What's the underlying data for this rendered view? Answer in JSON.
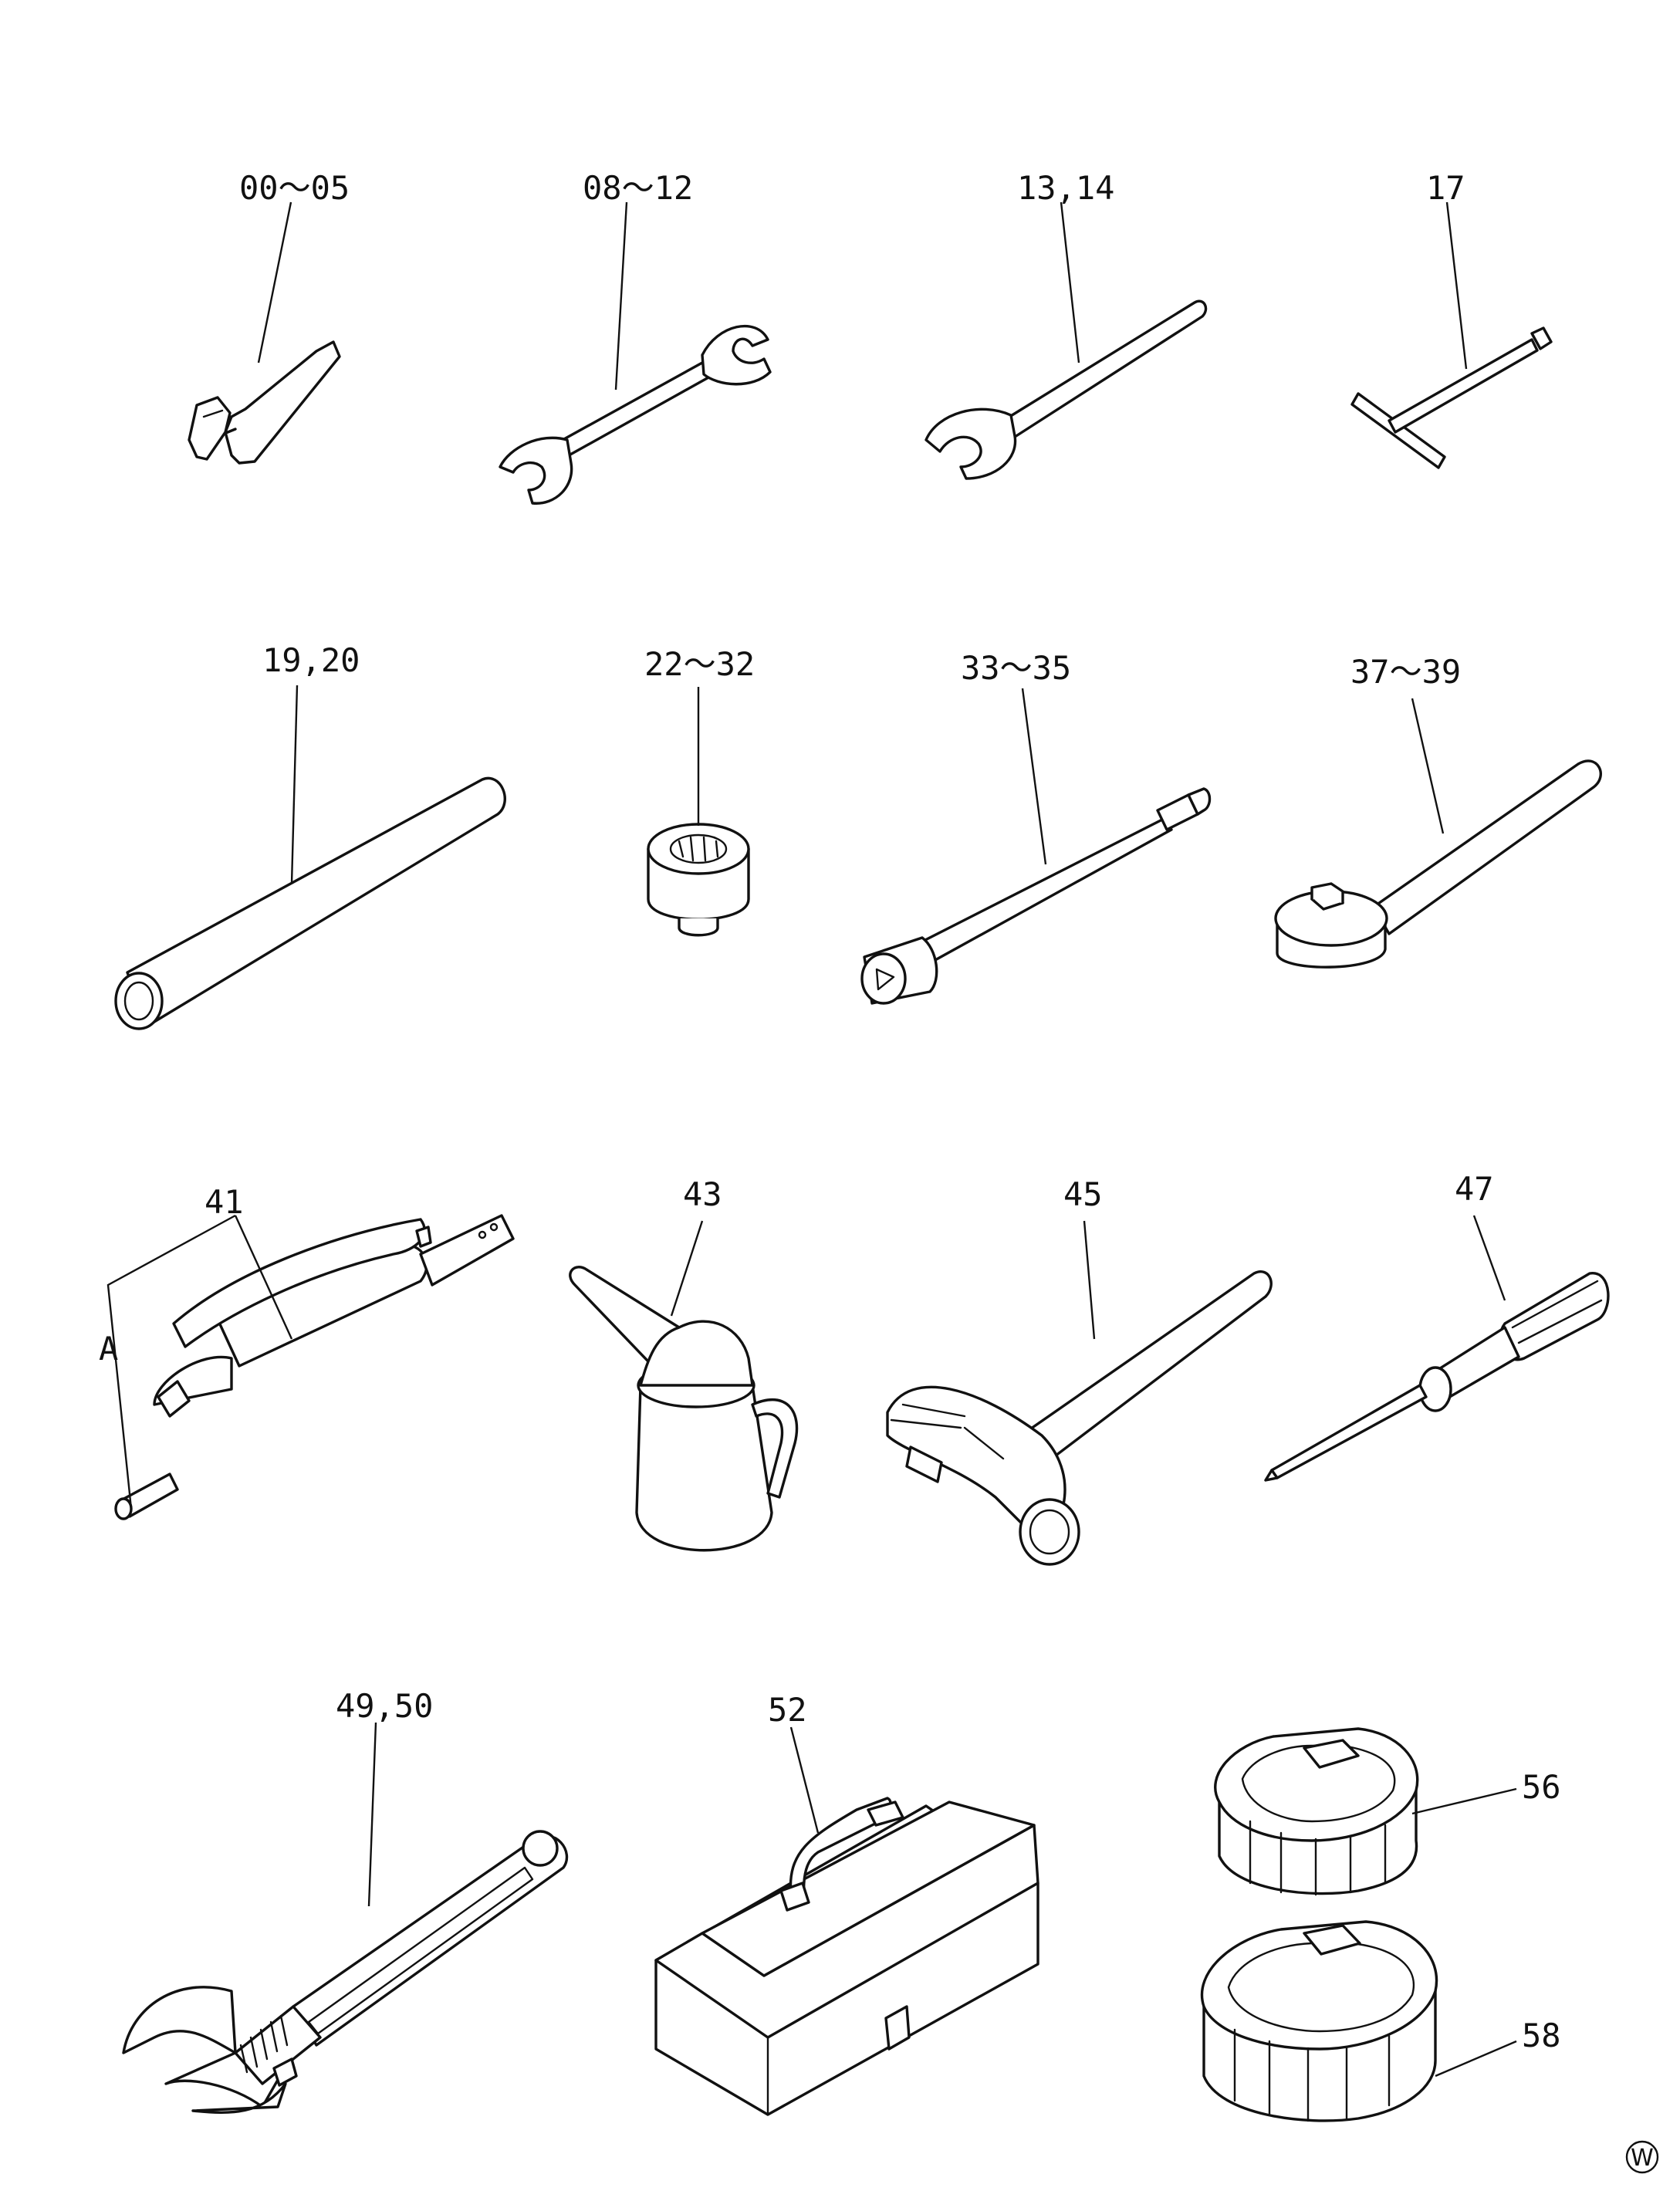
{
  "callouts": {
    "c1": "00～05",
    "c2": "08～12",
    "c3": "13,14",
    "c4": "17",
    "c5": "19,20",
    "c6": "22～32",
    "c7": "33～35",
    "c8": "37～39",
    "c9": "41",
    "c9a": "A",
    "c10": "43",
    "c11": "45",
    "c12": "47",
    "c13": "49,50",
    "c14": "52",
    "c15": "56",
    "c16": "58"
  },
  "corner_mark": "W",
  "icons": [
    "hex-key-icon",
    "double-open-wrench-icon",
    "single-open-wrench-icon",
    "t-handle-wrench-icon",
    "extension-pipe-icon",
    "socket-icon",
    "torque-bar-icon",
    "ratchet-handle-icon",
    "grease-gun-icon",
    "oil-can-icon",
    "hammer-icon",
    "screwdriver-icon",
    "adjustable-wrench-icon",
    "toolbox-icon",
    "filter-wrench-icon"
  ]
}
